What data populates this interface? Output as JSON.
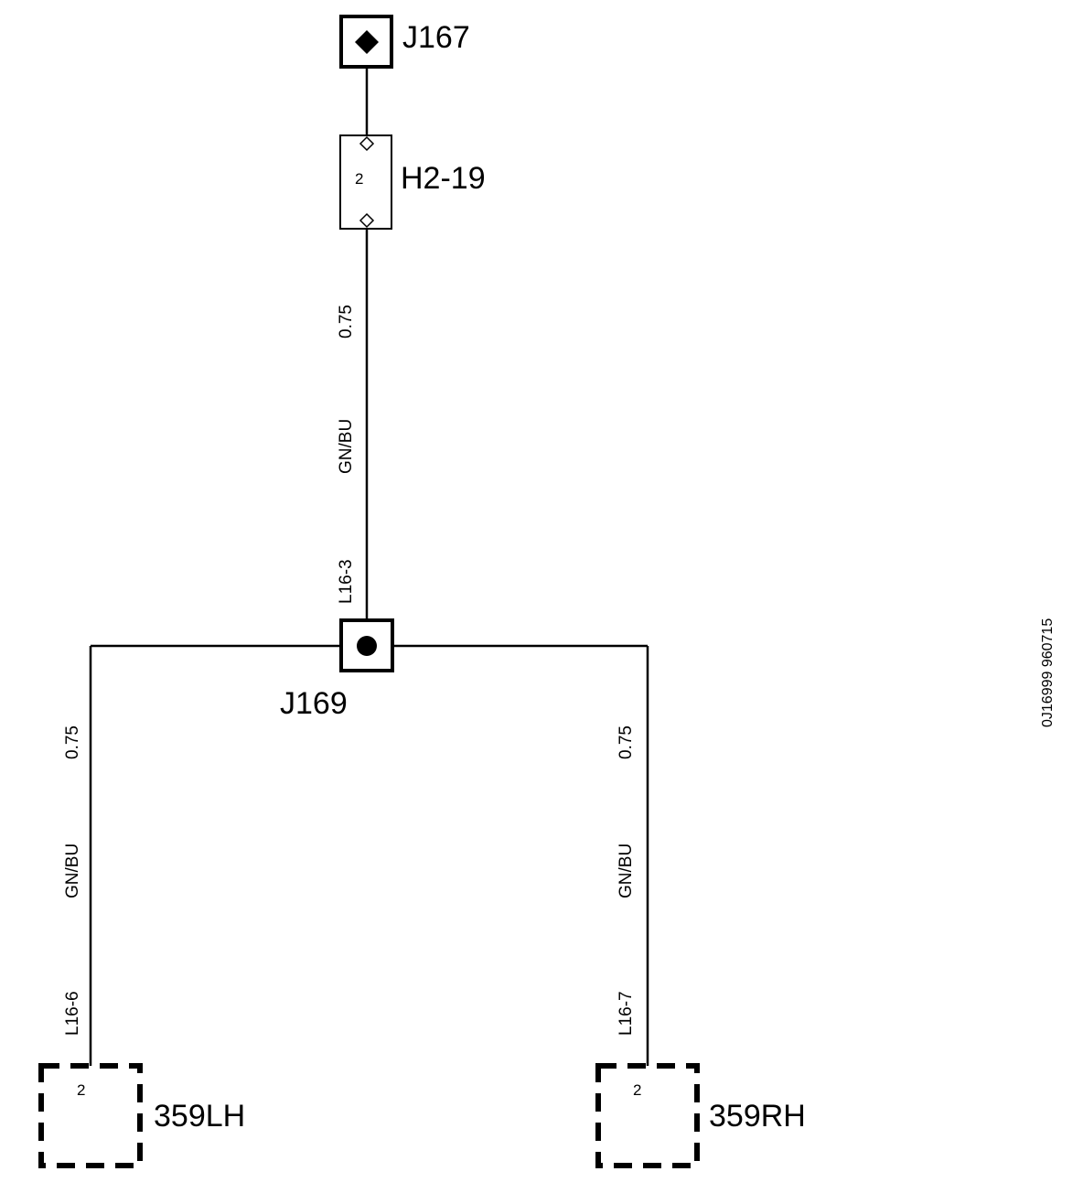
{
  "splices": {
    "top": "J167",
    "center": "J169"
  },
  "inline_connector": {
    "label": "H2-19",
    "pin": "2"
  },
  "wires": {
    "main": {
      "size": "0.75",
      "color": "GN/BU",
      "pin": "L16-3"
    },
    "left": {
      "size": "0.75",
      "color": "GN/BU",
      "pin": "L16-6"
    },
    "right": {
      "size": "0.75",
      "color": "GN/BU",
      "pin": "L16-7"
    }
  },
  "components": {
    "left": {
      "label": "359LH",
      "pin": "2"
    },
    "right": {
      "label": "359RH",
      "pin": "2"
    }
  },
  "reference": "0J16999 960715"
}
